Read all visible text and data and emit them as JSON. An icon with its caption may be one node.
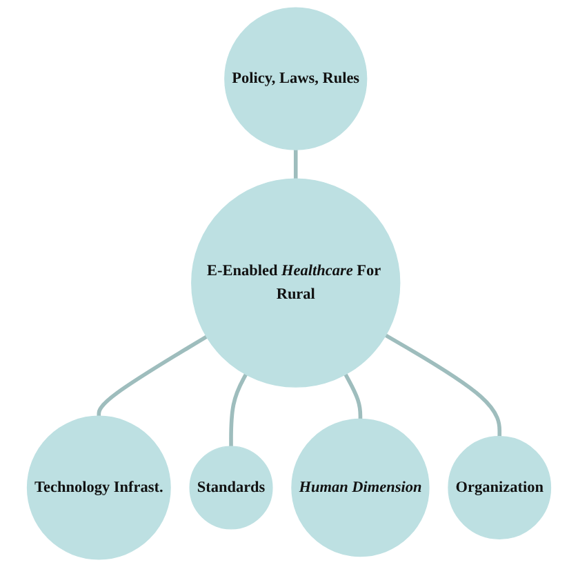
{
  "diagram": {
    "nodes": [
      {
        "text": [
          "Policy, Laws, Rules"
        ]
      },
      {
        "text": [
          "Technology Infrast."
        ]
      },
      {
        "text": [
          "Standards"
        ]
      },
      {
        "text": [
          "E-Enabled *Healthcare* For Rural"
        ]
      },
      {
        "text": [
          "Human Dimension"
        ]
      },
      {
        "text": [
          "Organization"
        ]
      }
    ],
    "edges": [
      {
        "from": 3,
        "to": 0,
        "arrow": "none"
      },
      {
        "from": 3,
        "to": 1,
        "arrow": "none"
      },
      {
        "from": 3,
        "to": 2,
        "arrow": "none"
      },
      {
        "from": 3,
        "to": 4,
        "arrow": "none"
      },
      {
        "from": 3,
        "to": 5,
        "arrow": "none"
      }
    ]
  }
}
